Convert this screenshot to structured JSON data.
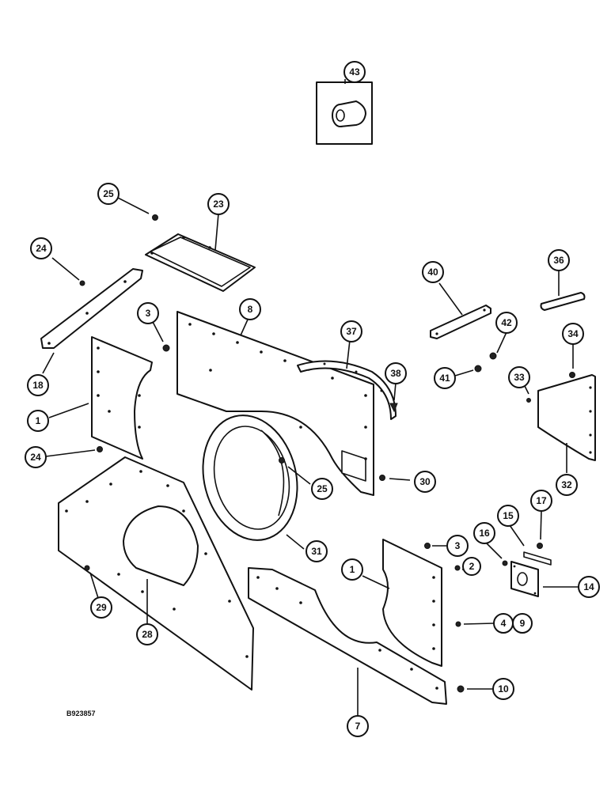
{
  "drawing_number": "B923857",
  "callouts": [
    {
      "id": "c43a",
      "label": "43"
    },
    {
      "id": "c25a",
      "label": "25"
    },
    {
      "id": "c23",
      "label": "23"
    },
    {
      "id": "c24a",
      "label": "24"
    },
    {
      "id": "c18",
      "label": "18"
    },
    {
      "id": "c3a",
      "label": "3"
    },
    {
      "id": "c8",
      "label": "8"
    },
    {
      "id": "c37",
      "label": "37"
    },
    {
      "id": "c38",
      "label": "38"
    },
    {
      "id": "c40",
      "label": "40"
    },
    {
      "id": "c36",
      "label": "36"
    },
    {
      "id": "c42",
      "label": "42"
    },
    {
      "id": "c41",
      "label": "41"
    },
    {
      "id": "c34",
      "label": "34"
    },
    {
      "id": "c33",
      "label": "33"
    },
    {
      "id": "c32",
      "label": "32"
    },
    {
      "id": "c1a",
      "label": "1"
    },
    {
      "id": "c24b",
      "label": "24"
    },
    {
      "id": "c25b",
      "label": "25"
    },
    {
      "id": "c30",
      "label": "30"
    },
    {
      "id": "c31",
      "label": "31"
    },
    {
      "id": "c17",
      "label": "17"
    },
    {
      "id": "c15",
      "label": "15"
    },
    {
      "id": "c16",
      "label": "16"
    },
    {
      "id": "c3b",
      "label": "3"
    },
    {
      "id": "c2",
      "label": "2"
    },
    {
      "id": "c1b",
      "label": "1"
    },
    {
      "id": "c14",
      "label": "14"
    },
    {
      "id": "c4",
      "label": "4"
    },
    {
      "id": "c9",
      "label": "9"
    },
    {
      "id": "c29",
      "label": "29"
    },
    {
      "id": "c28",
      "label": "28"
    },
    {
      "id": "c10",
      "label": "10"
    },
    {
      "id": "c7",
      "label": "7"
    }
  ]
}
